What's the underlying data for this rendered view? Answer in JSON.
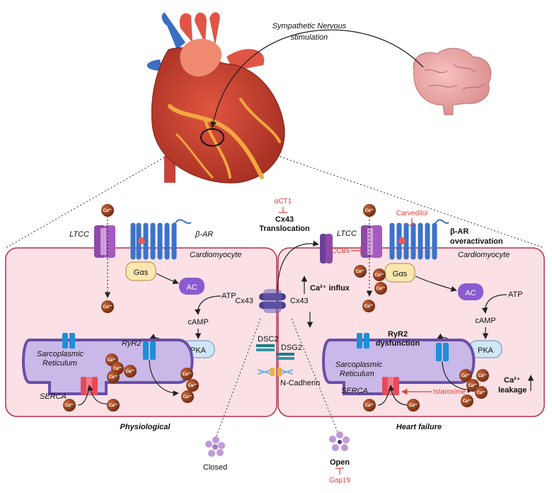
{
  "title": "Sympathetic Nervous stimulation",
  "colors": {
    "cell_fill": "#fbe1e6",
    "cell_stroke": "#b5304a",
    "calcium": "#8b3a1a",
    "receptor": "#3b73c8",
    "ltcc": "#8e4aa8",
    "sr_fill": "#c9b8e8",
    "sr_stroke": "#6a4ea8",
    "inhibitor": "#e0403a",
    "gas_fill": "#fbe7b0",
    "ac_fill": "#8a5bd1",
    "pka_fill": "#cfe6f7"
  },
  "left_cell": {
    "ltcc_label": "LTCC",
    "bar_label": "β-AR",
    "cell_label": "Cardiomyocyte",
    "gas_label": "Gαs",
    "ac_label": "AC",
    "atp_label": "ATP",
    "camp_label": "cAMP",
    "pka_label": "PKA",
    "ryr2_label": "RyR2",
    "sr_label_1": "Sarcoplasmic",
    "sr_label_2": "Reticulum",
    "serca_label": "SERCA",
    "state_label": "Physiological"
  },
  "junction": {
    "inhibitor_top": "αCT1",
    "translocation_1": "Cx43",
    "translocation_2": "Translocation",
    "cx43_left": "Cx43",
    "cx43_right": "Cx43",
    "dsc2": "DSC2",
    "dsg2": "DSG2",
    "ncadherin": "N-Cadherin",
    "closed_label": "Closed",
    "open_label": "Open",
    "gap19_label": "Gap19"
  },
  "right_cell": {
    "ltcc_label": "LTCC",
    "ccbs_label": "CCBs",
    "carvedilol_label": "Carvedilol",
    "bar_label_1": "β-AR",
    "bar_label_2": "overactivation",
    "cell_label": "Cardiomyocyte",
    "gas_label": "Gαs",
    "ac_label": "AC",
    "atp_label": "ATP",
    "camp_label": "cAMP",
    "pka_label": "PKA",
    "ryr2_label_1": "RyR2",
    "ryr2_label_2": "dysfunction",
    "sr_label_1": "Sarcoplasmic",
    "sr_label_2": "Reticulum",
    "serca_label": "SERCA",
    "istaroxime_label": "Istaroxime",
    "ca_influx_label": "Ca²⁺ influx",
    "ca_leakage_1": "Ca²⁺",
    "ca_leakage_2": "leakage",
    "state_label": "Heart failure"
  },
  "calcium_label": "Ca²⁺"
}
